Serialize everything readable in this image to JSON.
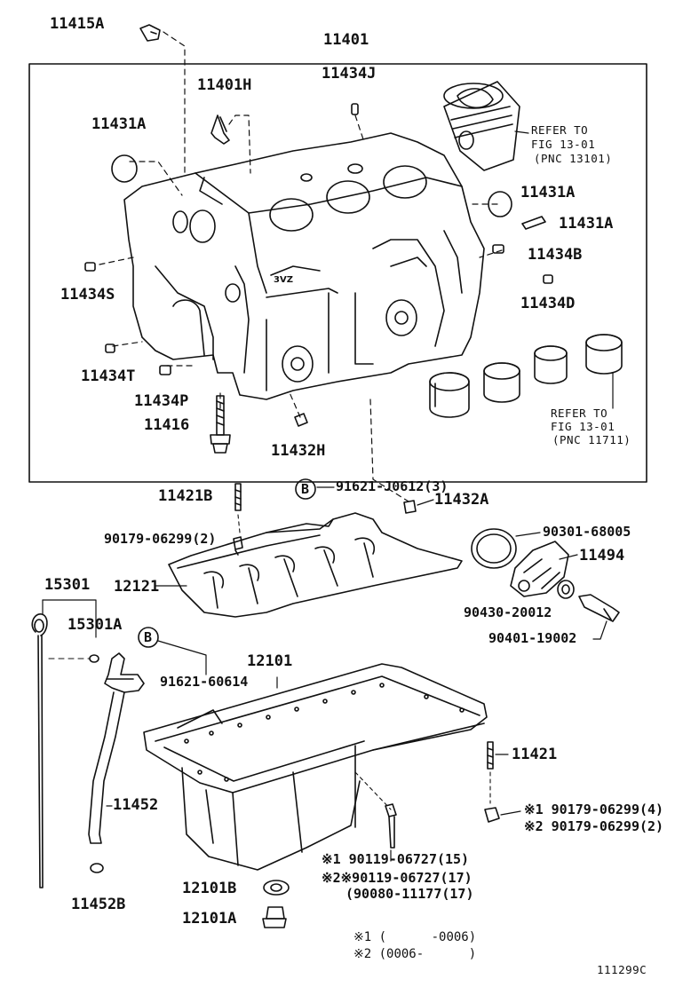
{
  "labels": {
    "p11415A": "11415A",
    "p11401": "11401",
    "p11434J": "11434J",
    "p11401H": "11401H",
    "p11431A_1": "11431A",
    "refer1_a": "REFER TO",
    "refer1_b": "FIG 13-01",
    "refer1_c": "(PNC 13101)",
    "p11431A_2": "11431A",
    "p11431A_3": "11431A",
    "p11434B": "11434B",
    "p11434S": "11434S",
    "p11434D": "11434D",
    "p11434T": "11434T",
    "p11434P": "11434P",
    "p11416": "11416",
    "p11432H": "11432H",
    "refer2_a": "REFER TO",
    "refer2_b": "FIG 13-01",
    "refer2_c": "(PNC 11711)",
    "p11421B": "11421B",
    "b1": "B",
    "p91621J": "91621-J0612(3)",
    "p11432A": "11432A",
    "p90179a": "90179-06299(2)",
    "p90301": "90301-68005",
    "p11494": "11494",
    "p12121": "12121",
    "p15301": "15301",
    "p15301A": "15301A",
    "p90430": "90430-20012",
    "p90401": "90401-19002",
    "b2": "B",
    "p12101": "12101",
    "p91621_60614": "91621-60614",
    "p11421": "11421",
    "p11452": "11452",
    "star1_90179": "※1 90179-06299(4)",
    "star2_90179": "※2 90179-06299(2)",
    "star1_90119": "※1 90119-06727(15)",
    "star2_90119": "※2※90119-06727(17)",
    "p90080": "(90080-11177(17)",
    "p12101B": "12101B",
    "p12101A": "12101A",
    "p11452B": "11452B",
    "note1": "※1 (      -0006)",
    "note2": "※2 (0006-      )",
    "fig_code": "111299C"
  }
}
